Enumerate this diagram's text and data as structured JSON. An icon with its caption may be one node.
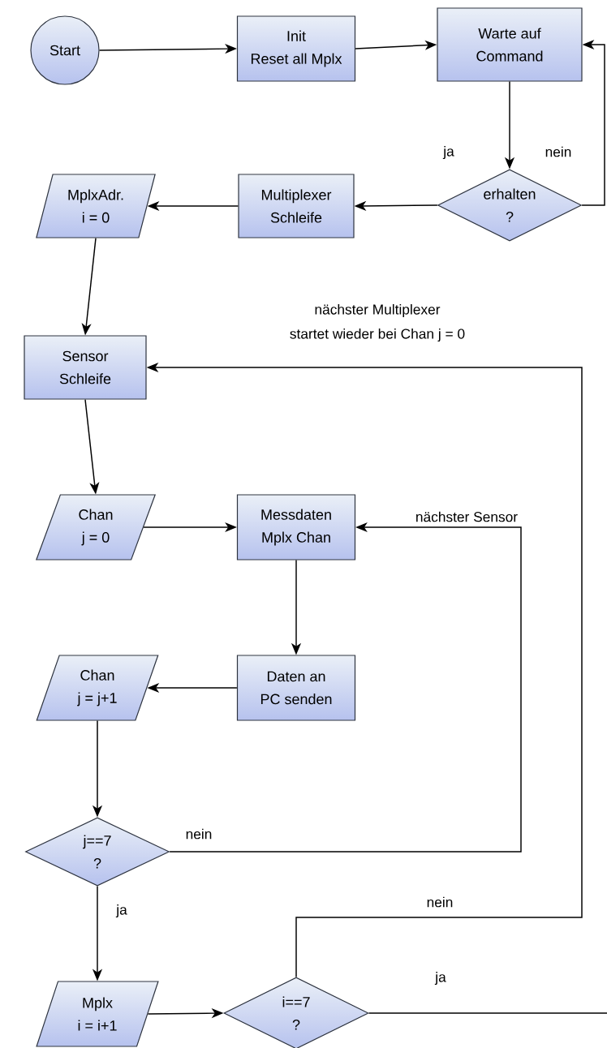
{
  "diagram": {
    "nodes": [
      {
        "text": [
          "Start"
        ]
      },
      {
        "text": [
          "Init",
          "Reset all Mplx"
        ]
      },
      {
        "text": [
          "Warte auf",
          "Command"
        ]
      },
      {
        "text": [
          "erhalten",
          "?"
        ]
      },
      {
        "text": [
          "Multiplexer",
          "Schleife"
        ]
      },
      {
        "text": [
          "MplxAdr.",
          "i = 0"
        ]
      },
      {
        "text": [
          "Sensor",
          "Schleife"
        ]
      },
      {
        "text": [
          "Chan",
          "j = 0"
        ]
      },
      {
        "text": [
          "Messdaten",
          "Mplx Chan"
        ]
      },
      {
        "text": [
          "Daten an",
          "PC senden"
        ]
      },
      {
        "text": [
          "Chan",
          "j = j+1"
        ]
      },
      {
        "text": [
          "j==7",
          "?"
        ]
      },
      {
        "text": [
          "Mplx",
          "i = i+1"
        ]
      },
      {
        "text": [
          "i==7",
          "?"
        ]
      }
    ],
    "edges": [
      {
        "from": 0,
        "to": 1,
        "arrow": "to"
      },
      {
        "from": 1,
        "to": 2,
        "arrow": "to"
      },
      {
        "from": 2,
        "to": 3,
        "arrow": "to"
      },
      {
        "from": 3,
        "to": 4,
        "arrow": "to",
        "label": "ja"
      },
      {
        "from": 3,
        "to": 2,
        "arrow": "to",
        "label": "nein"
      },
      {
        "from": 4,
        "to": 5,
        "arrow": "to"
      },
      {
        "from": 5,
        "to": 6,
        "arrow": "to"
      },
      {
        "from": 6,
        "to": 7,
        "arrow": "to"
      },
      {
        "from": 7,
        "to": 8,
        "arrow": "to"
      },
      {
        "from": 8,
        "to": 9,
        "arrow": "to"
      },
      {
        "from": 9,
        "to": 10,
        "arrow": "to"
      },
      {
        "from": 10,
        "to": 11,
        "arrow": "to"
      },
      {
        "from": 11,
        "to": 8,
        "arrow": "to",
        "label": "nein"
      },
      {
        "from": 11,
        "to": 12,
        "arrow": "to",
        "label": "ja"
      },
      {
        "from": 12,
        "to": 13,
        "arrow": "to"
      },
      {
        "from": 13,
        "to": 6,
        "arrow": "to",
        "label": "nein"
      },
      {
        "from": 13,
        "to": null,
        "arrow": "none",
        "label": "ja"
      }
    ],
    "labels": [
      "nächster Multiplexer",
      "startet wieder bei Chan j = 0",
      "nächster Sensor"
    ]
  }
}
